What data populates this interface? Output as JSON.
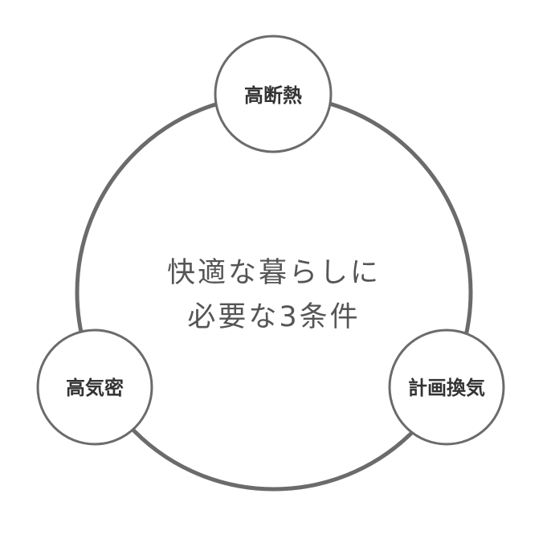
{
  "center": {
    "line1": "快適な暮らしに",
    "line2": "必要な3条件"
  },
  "nodes": [
    {
      "label": "高断熱"
    },
    {
      "label": "高気密"
    },
    {
      "label": "計画換気"
    }
  ],
  "colors": {
    "stroke": "#6b6b6b",
    "text": "#333333",
    "center_text": "#555555"
  }
}
